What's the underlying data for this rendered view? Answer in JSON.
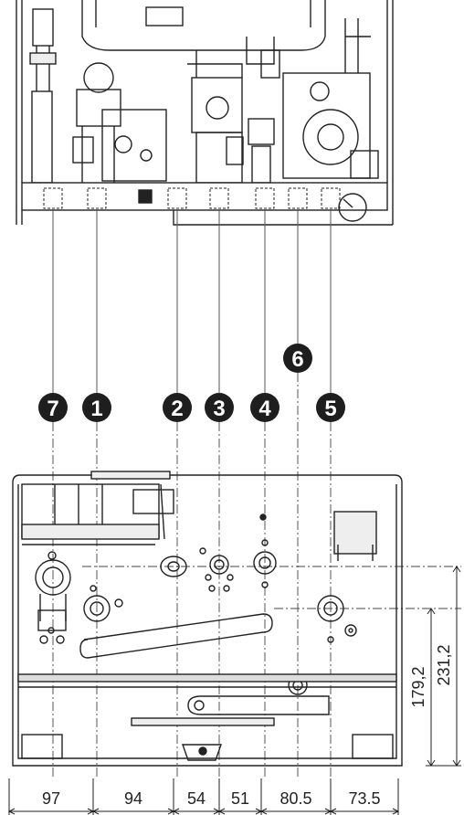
{
  "callouts": [
    {
      "id": "7",
      "label": "7"
    },
    {
      "id": "1",
      "label": "1"
    },
    {
      "id": "2",
      "label": "2"
    },
    {
      "id": "3",
      "label": "3"
    },
    {
      "id": "4",
      "label": "4"
    },
    {
      "id": "6",
      "label": "6"
    },
    {
      "id": "5",
      "label": "5"
    }
  ],
  "bottom_dimensions": [
    "97",
    "94",
    "54",
    "51",
    "80.5",
    "73.5"
  ],
  "vertical_dimensions": [
    "179,2",
    "231,2"
  ],
  "colors": {
    "ink": "#222222",
    "callout_fill": "#1e1e1e",
    "fill_light": "#eeeeee",
    "fill_mid": "#cfcfcf"
  }
}
